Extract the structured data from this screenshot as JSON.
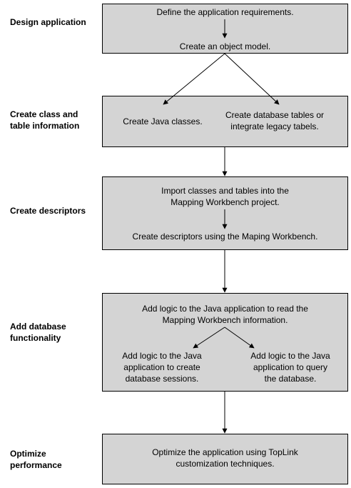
{
  "stages": [
    {
      "label": "Design application"
    },
    {
      "label": "Create class and\ntable information"
    },
    {
      "label": "Create descriptors"
    },
    {
      "label": "Add database\nfunctionality"
    },
    {
      "label": "Optimize\nperformance"
    }
  ],
  "steps": {
    "define_requirements": "Define the application requirements.",
    "create_object_model": "Create an object model.",
    "create_java_classes": "Create Java classes.",
    "create_db_tables": "Create database tables or\nintegrate legacy tabels.",
    "import_classes_tables": "Import classes and tables into the\nMapping Workbench project.",
    "create_descriptors": "Create descriptors using the Maping Workbench.",
    "add_logic_read": "Add logic to the Java application to read the\nMapping Workbench information.",
    "add_logic_sessions": "Add logic to the Java\napplication to create\ndatabase sessions.",
    "add_logic_query": "Add logic to the Java\napplication to query\nthe database.",
    "optimize": "Optimize the application using TopLink\ncustomization techniques."
  },
  "colors": {
    "box_fill": "#d4d4d4",
    "line": "#000000"
  }
}
